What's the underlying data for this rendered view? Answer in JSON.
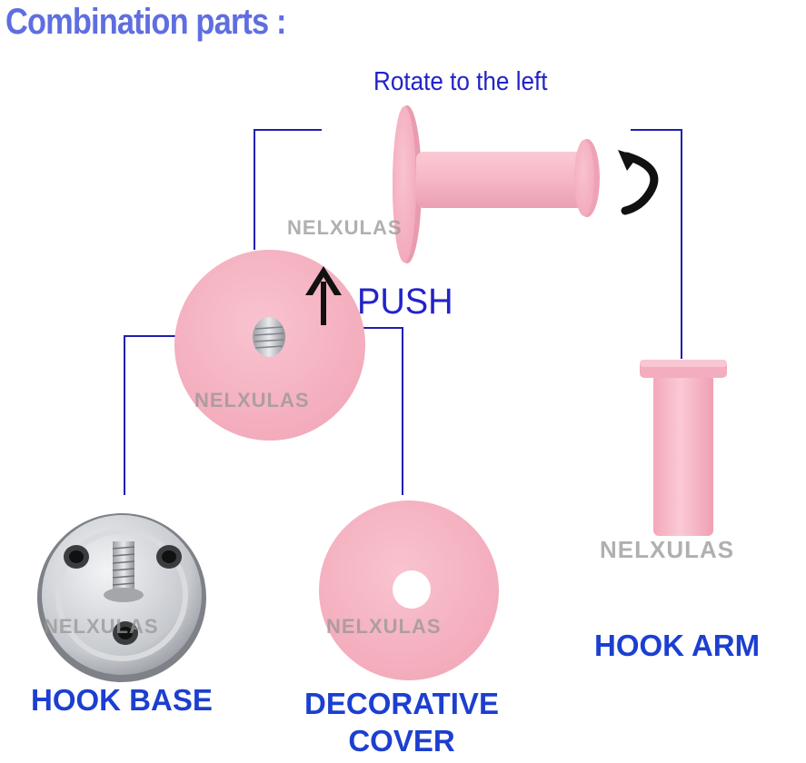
{
  "heading": "Combination parts :",
  "rotate_label": "Rotate to the left",
  "push_label": "PUSH",
  "parts": {
    "hook_base": "HOOK BASE",
    "decorative_cover": "DECORATIVE COVER",
    "hook_arm": "HOOK ARM"
  },
  "watermark": "NELXULAS",
  "colors": {
    "heading": "#5f6ee0",
    "label_blue": "#2323c8",
    "part_label": "#1c3fd0",
    "connector": "#1f1fb0",
    "pink": "#f7b3c2",
    "pink_dark": "#e89aae",
    "steel": "#c9ccd1"
  }
}
